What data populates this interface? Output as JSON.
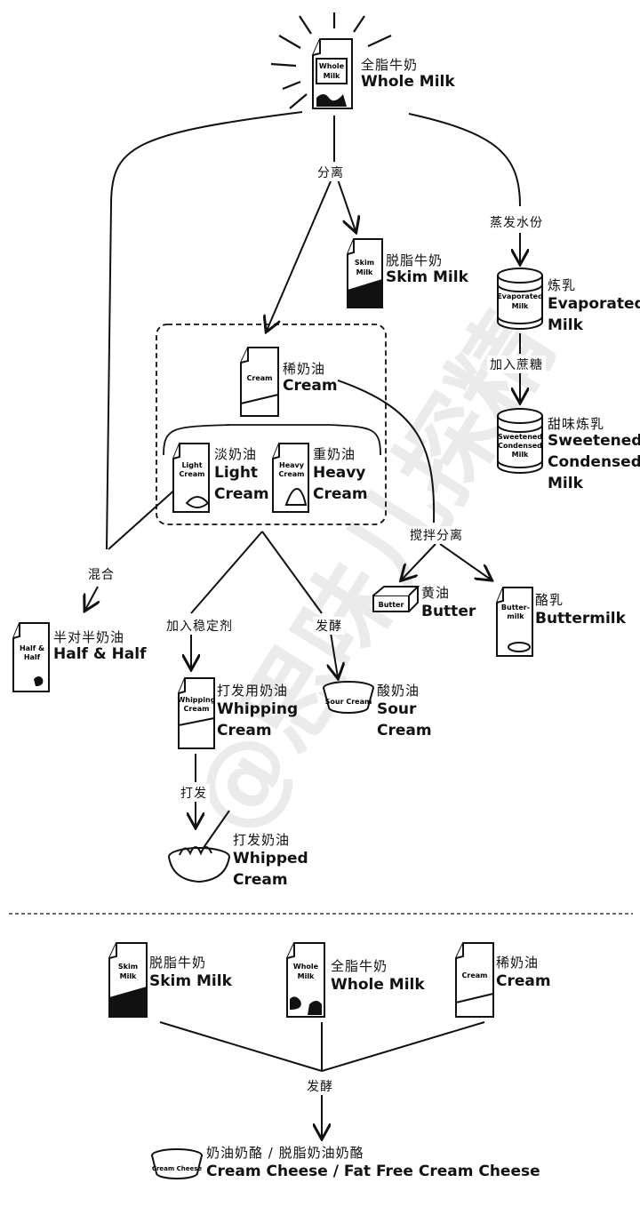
{
  "watermark": "@思味儿探精",
  "nodes": {
    "whole_milk": {
      "cn": "全脂牛奶",
      "en": "Whole Milk",
      "pack": "Whole\nMilk"
    },
    "skim_milk": {
      "cn": "脱脂牛奶",
      "en": "Skim Milk",
      "pack": "Skim\nMilk"
    },
    "evaporated_milk": {
      "cn": "炼乳",
      "en": "Evaporated\nMilk",
      "pack": "Evaporated\nMilk"
    },
    "sweetened_condensed_milk": {
      "cn": "甜味炼乳",
      "en": "Sweetened\nCondensed\nMilk",
      "pack": "Sweetened\nCondensed\nMilk"
    },
    "cream": {
      "cn": "稀奶油",
      "en": "Cream",
      "pack": "Cream"
    },
    "light_cream": {
      "cn": "淡奶油",
      "en": "Light\nCream",
      "pack": "Light\nCream"
    },
    "heavy_cream": {
      "cn": "重奶油",
      "en": "Heavy\nCream",
      "pack": "Heavy\nCream"
    },
    "half_and_half": {
      "cn": "半对半奶油",
      "en": "Half & Half",
      "pack": "Half &\nHalf"
    },
    "butter": {
      "cn": "黄油",
      "en": "Butter",
      "pack": "Butter"
    },
    "buttermilk": {
      "cn": "酪乳",
      "en": "Buttermilk",
      "pack": "Butter-\nmilk"
    },
    "whipping_cream": {
      "cn": "打发用奶油",
      "en": "Whipping\nCream",
      "pack": "Whipping\nCream"
    },
    "sour_cream": {
      "cn": "酸奶油",
      "en": "Sour\nCream",
      "pack": "Sour Cream"
    },
    "whipped_cream": {
      "cn": "打发奶油",
      "en": "Whipped\nCream"
    },
    "bottom_skim_milk": {
      "cn": "脱脂牛奶",
      "en": "Skim Milk",
      "pack": "Skim\nMilk"
    },
    "bottom_whole_milk": {
      "cn": "全脂牛奶",
      "en": "Whole Milk",
      "pack": "Whole\nMilk"
    },
    "bottom_cream": {
      "cn": "稀奶油",
      "en": "Cream",
      "pack": "Cream"
    },
    "cream_cheese": {
      "cn": "奶油奶酪 / 脱脂奶油奶酪",
      "en": "Cream Cheese / Fat Free Cream Cheese",
      "pack": "Cream Cheese"
    }
  },
  "steps": {
    "separate": "分离",
    "evaporate": "蒸发水份",
    "add_sugar": "加入蔗糖",
    "mix": "混合",
    "churn": "搅拌分离",
    "add_stabilizer": "加入稳定剂",
    "ferment": "发酵",
    "whip": "打发",
    "ferment_bottom": "发酵"
  }
}
